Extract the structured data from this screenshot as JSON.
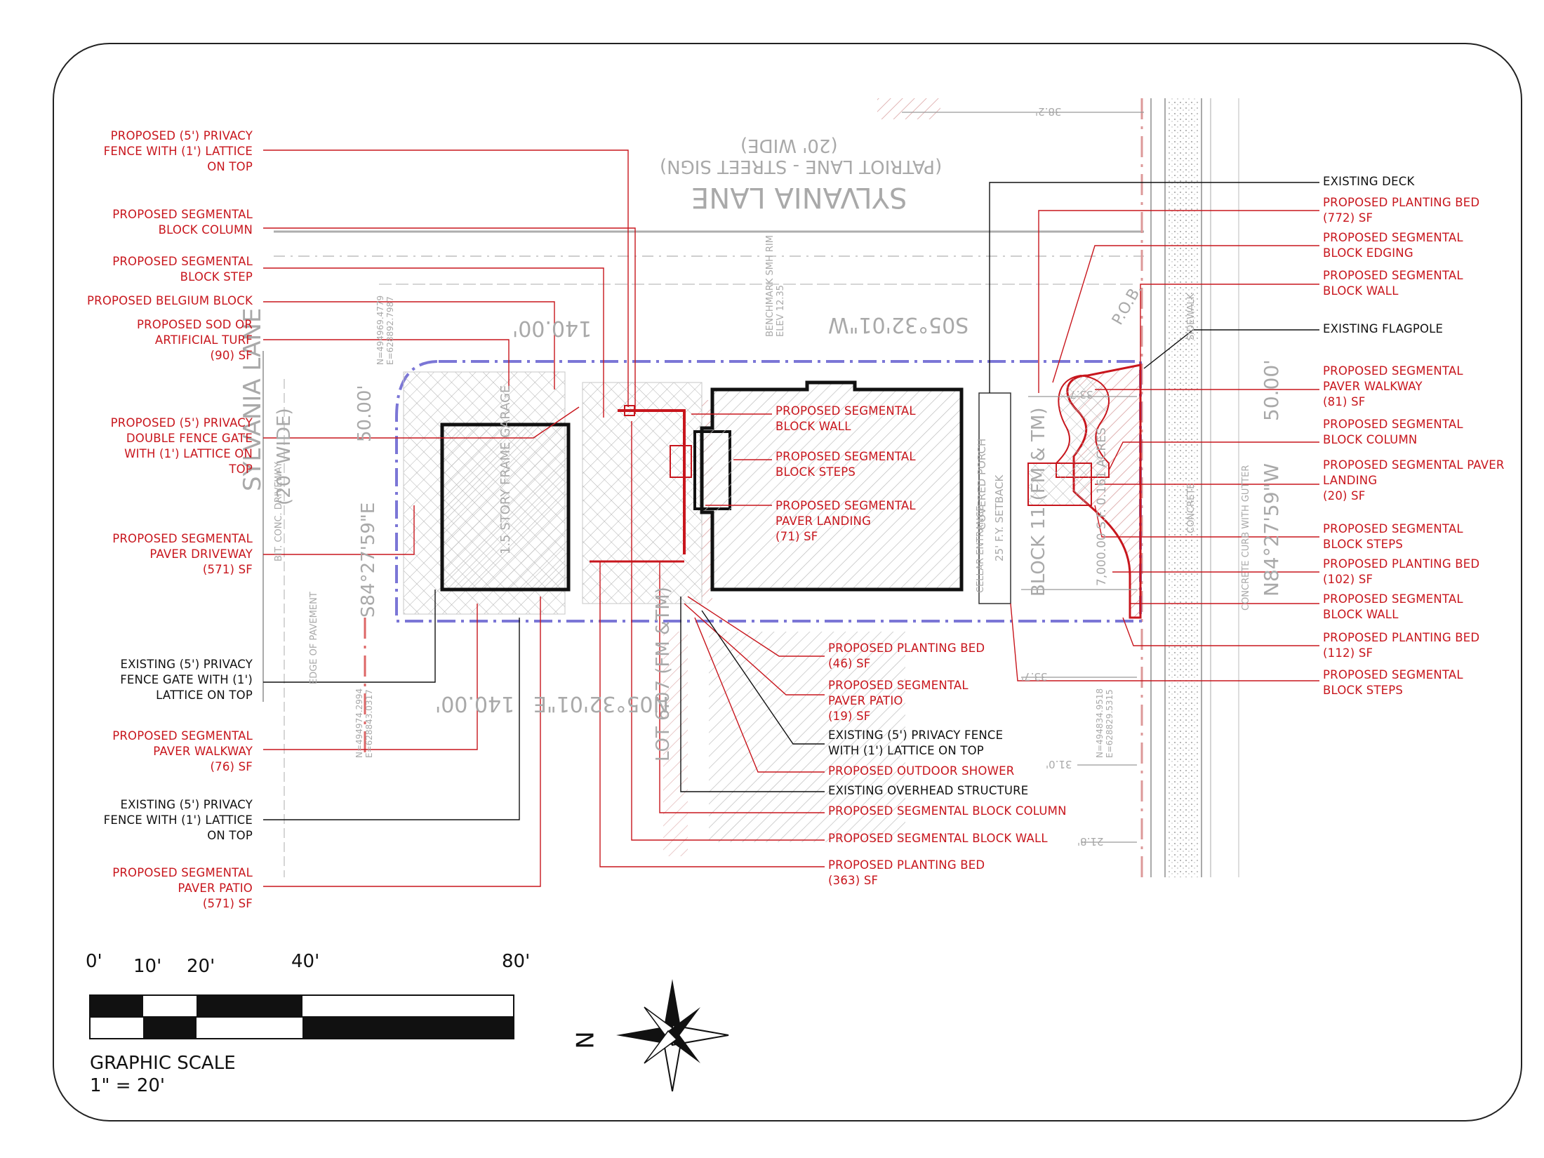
{
  "left_callouts": [
    {
      "id": "l1",
      "color": "red",
      "lines": [
        "PROPOSED (5') PRIVACY",
        "FENCE WITH (1') LATTICE",
        "ON TOP"
      ]
    },
    {
      "id": "l2",
      "color": "red",
      "lines": [
        "PROPOSED SEGMENTAL",
        "BLOCK COLUMN"
      ]
    },
    {
      "id": "l3",
      "color": "red",
      "lines": [
        "PROPOSED SEGMENTAL",
        "BLOCK STEP"
      ]
    },
    {
      "id": "l4",
      "color": "red",
      "lines": [
        "PROPOSED BELGIUM BLOCK"
      ]
    },
    {
      "id": "l5",
      "color": "red",
      "lines": [
        "PROPOSED SOD OR",
        "ARTIFICIAL TURF",
        "(90) SF"
      ]
    },
    {
      "id": "l6",
      "color": "red",
      "lines": [
        "PROPOSED (5') PRIVACY",
        "DOUBLE FENCE GATE",
        "WITH (1') LATTICE ON",
        "TOP"
      ]
    },
    {
      "id": "l7",
      "color": "red",
      "lines": [
        "PROPOSED SEGMENTAL",
        "PAVER DRIVEWAY",
        "(571) SF"
      ]
    },
    {
      "id": "l8",
      "color": "black",
      "lines": [
        "EXISTING (5') PRIVACY",
        "FENCE GATE WITH (1')",
        "LATTICE ON TOP"
      ]
    },
    {
      "id": "l9",
      "color": "red",
      "lines": [
        "PROPOSED SEGMENTAL",
        "PAVER WALKWAY",
        "(76) SF"
      ]
    },
    {
      "id": "l10",
      "color": "black",
      "lines": [
        "EXISTING (5') PRIVACY",
        "FENCE WITH (1') LATTICE",
        "ON TOP"
      ]
    },
    {
      "id": "l11",
      "color": "red",
      "lines": [
        "PROPOSED SEGMENTAL",
        "PAVER PATIO",
        "(571) SF"
      ]
    }
  ],
  "right_callouts": [
    {
      "id": "r1",
      "color": "black",
      "lines": [
        "EXISTING DECK"
      ]
    },
    {
      "id": "r2",
      "color": "red",
      "lines": [
        "PROPOSED PLANTING BED",
        "(772) SF"
      ]
    },
    {
      "id": "r3",
      "color": "red",
      "lines": [
        "PROPOSED SEGMENTAL",
        "BLOCK EDGING"
      ]
    },
    {
      "id": "r4",
      "color": "red",
      "lines": [
        "PROPOSED SEGMENTAL",
        "BLOCK WALL"
      ]
    },
    {
      "id": "r5",
      "color": "black",
      "lines": [
        "EXISTING FLAGPOLE"
      ]
    },
    {
      "id": "r6",
      "color": "red",
      "lines": [
        "PROPOSED SEGMENTAL",
        "PAVER WALKWAY",
        "(81) SF"
      ]
    },
    {
      "id": "r7",
      "color": "red",
      "lines": [
        "PROPOSED SEGMENTAL",
        "BLOCK COLUMN"
      ]
    },
    {
      "id": "r8",
      "color": "red",
      "lines": [
        "PROPOSED SEGMENTAL PAVER",
        "LANDING",
        "(20) SF"
      ]
    },
    {
      "id": "r9",
      "color": "red",
      "lines": [
        "PROPOSED SEGMENTAL",
        "BLOCK STEPS"
      ]
    },
    {
      "id": "r10",
      "color": "red",
      "lines": [
        "PROPOSED PLANTING BED",
        "(102) SF"
      ]
    },
    {
      "id": "r11",
      "color": "red",
      "lines": [
        "PROPOSED SEGMENTAL",
        "BLOCK WALL"
      ]
    },
    {
      "id": "r12",
      "color": "red",
      "lines": [
        "PROPOSED PLANTING BED",
        "(112) SF"
      ]
    },
    {
      "id": "r13",
      "color": "red",
      "lines": [
        "PROPOSED SEGMENTAL",
        "BLOCK STEPS"
      ]
    }
  ],
  "center_callouts": [
    {
      "id": "c1",
      "color": "red",
      "lines": [
        "PROPOSED SEGMENTAL",
        "BLOCK WALL"
      ]
    },
    {
      "id": "c2",
      "color": "red",
      "lines": [
        "PROPOSED SEGMENTAL",
        "BLOCK STEPS"
      ]
    },
    {
      "id": "c3",
      "color": "red",
      "lines": [
        "PROPOSED SEGMENTAL",
        "PAVER LANDING",
        "(71) SF"
      ]
    }
  ],
  "bottom_callouts": [
    {
      "id": "b1",
      "color": "red",
      "lines": [
        "PROPOSED PLANTING BED",
        "(46) SF"
      ]
    },
    {
      "id": "b2",
      "color": "red",
      "lines": [
        "PROPOSED SEGMENTAL",
        "PAVER PATIO",
        "(19) SF"
      ]
    },
    {
      "id": "b3",
      "color": "black",
      "lines": [
        "EXISTING (5') PRIVACY FENCE",
        "WITH (1') LATTICE ON TOP"
      ]
    },
    {
      "id": "b4",
      "color": "red",
      "lines": [
        "PROPOSED OUTDOOR SHOWER"
      ]
    },
    {
      "id": "b5",
      "color": "black",
      "lines": [
        "EXISTING OVERHEAD STRUCTURE"
      ]
    },
    {
      "id": "b6",
      "color": "red",
      "lines": [
        "PROPOSED SEGMENTAL BLOCK COLUMN"
      ]
    },
    {
      "id": "b7",
      "color": "red",
      "lines": [
        "PROPOSED SEGMENTAL BLOCK WALL"
      ]
    },
    {
      "id": "b8",
      "color": "red",
      "lines": [
        "PROPOSED PLANTING BED",
        "(363) SF"
      ]
    }
  ],
  "site_text": {
    "street_name_top": "SYLVANIA LANE",
    "street_sign_top": "(PATRIOT LANE - STREET SIGN)",
    "street_width_top": "(20' WIDE)",
    "street_name_left": "SYLVANIA LANE",
    "street_width_left": "(20' WIDE)",
    "bearing_top": "S05°32'01\"W",
    "dist_top": "140.00'",
    "bearing_bottom": "N05°32'01\"E",
    "dist_bottom": "140.00'",
    "bearing_left": "S84°27'59\"E",
    "dist_left": "50.00'",
    "bearing_right": "N84°27'59\"W",
    "dist_right": "50.00'",
    "garage_label": "1.5 STORY FRAME GARAGE",
    "lot_label": "LOT 6.07 (FM &TM)",
    "block_label": "BLOCK 11 (FM & TM)",
    "area_label": "7,000.00 S.F. 0.161 ACRES",
    "pob": "P.O.B.",
    "covered_porch": "COVERED PORCH",
    "setback": "25' F.Y. SETBACK",
    "cellar": "CELLAR ENTRANCE",
    "concrete_curb": "CONCRETE CURB WITH GUTTER",
    "sidewalk": "SIDEWALK",
    "concrete": "CONCRETE",
    "benchmark": "BENCHMARK SMH RIM ELEV 12.35",
    "bit_driveway": "BIT. CONC. DRIVEWAY",
    "edge_pavement": "EDGE OF PAVEMENT",
    "dim_33_7": "33.7'",
    "dim_38_2": "38.2'",
    "dim_31_0": "31.0'",
    "dim_21_8": "21.8'",
    "coord_left": "N=494974.2994 E=628843.0317",
    "coord_right": "N=494834.9518 E=628829.5315",
    "coord_top": "N=494969.4779 E=628892.7987"
  },
  "scale_bar": {
    "ticks": [
      "0'",
      "10'",
      "20'",
      "40'",
      "80'"
    ],
    "title": "GRAPHIC SCALE",
    "ratio": "1\" = 20'"
  },
  "north_arrow": {
    "letter": "N"
  },
  "colors": {
    "proposed": "#c8161d",
    "existing": "#111111",
    "survey": "#a9a9a9",
    "hatch": "#d24a4a"
  }
}
